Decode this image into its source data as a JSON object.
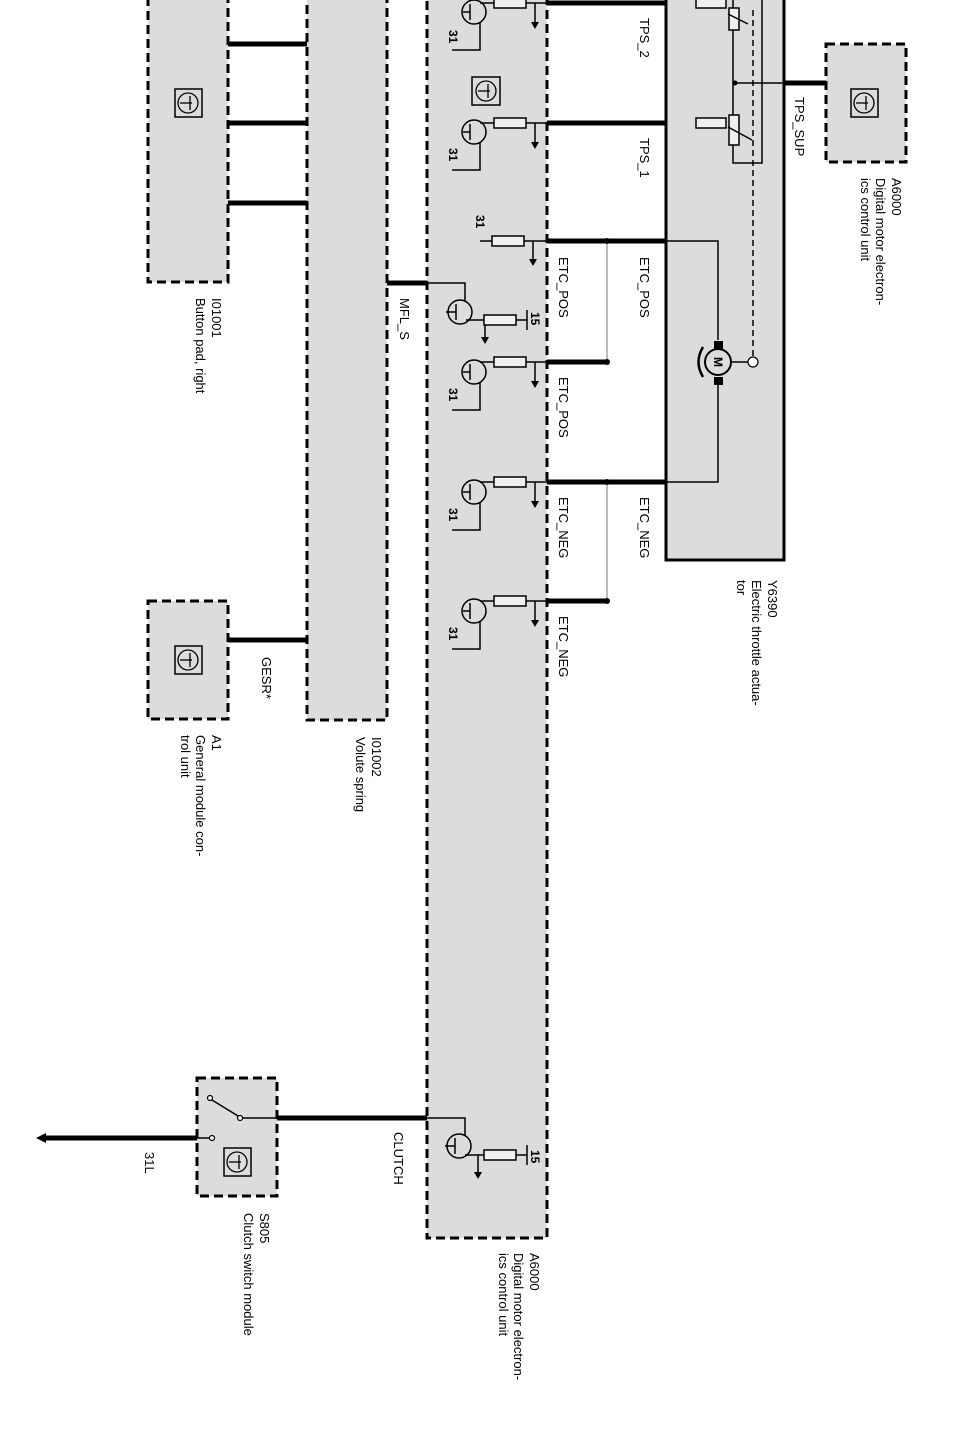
{
  "diagram": {
    "orientation": "rotated-90-clockwise",
    "background": "#ffffff",
    "component_fill": "#dcdcdc",
    "components": [
      {
        "id": "A6000_top",
        "code": "A6000",
        "desc_line1": "Digital motor electron-",
        "desc_line2": "ics control unit"
      },
      {
        "id": "Y6390",
        "code": "Y6390",
        "desc_line1": "Electric throttle actua-",
        "desc_line2": "tor"
      },
      {
        "id": "A6000_main",
        "code": "A6000",
        "desc_line1": "Digital motor electron-",
        "desc_line2": "ics control unit"
      },
      {
        "id": "I01001",
        "code": "I01001",
        "desc_line1": "Button pad, right",
        "desc_line2": ""
      },
      {
        "id": "I01002",
        "code": "I01002",
        "desc_line1": "Volute spring",
        "desc_line2": ""
      },
      {
        "id": "A1",
        "code": "A1",
        "desc_line1": "General module con-",
        "desc_line2": "trol unit"
      },
      {
        "id": "S805",
        "code": "S805",
        "desc_line1": "Clutch switch module",
        "desc_line2": ""
      }
    ],
    "signals": {
      "tps2": "TPS_2",
      "tps1": "TPS_1",
      "tps_sup": "TPS_SUP",
      "etc_pos_outer": "ETC_POS",
      "etc_pos_inner1": "ETC_POS",
      "etc_pos_inner2": "ETC_POS",
      "etc_neg_outer": "ETC_NEG",
      "etc_neg_inner1": "ETC_NEG",
      "etc_neg_inner2": "ETC_NEG",
      "mfl_s": "MFL_S",
      "gesr": "GESR*",
      "clutch": "CLUTCH",
      "ground": "31L"
    },
    "pins": {
      "p31": "31",
      "p15": "15"
    },
    "icons": {
      "control_unit": "transistor-in-square-icon",
      "motor": "M"
    }
  }
}
